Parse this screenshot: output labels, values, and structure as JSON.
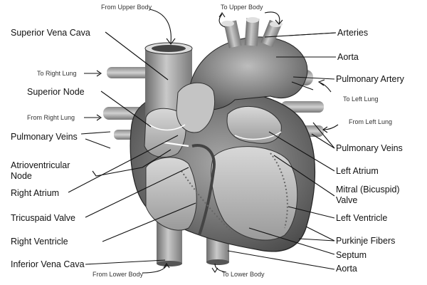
{
  "labels": {
    "from_upper_body": "From Upper Body",
    "to_upper_body": "To Upper Body",
    "superior_vena_cava": "Superior Vena Cava",
    "arteries": "Arteries",
    "aorta_top": "Aorta",
    "to_right_lung": "To Right Lung",
    "pulmonary_artery": "Pulmonary Artery",
    "superior_node": "Superior  Node",
    "to_left_lung": "To Left Lung",
    "from_right_lung": "From Right Lung",
    "from_left_lung": "From Left Lung",
    "pulmonary_veins_left": "Pulmonary Veins",
    "pulmonary_veins_right": "Pulmonary Veins",
    "av_node_line1": "Atrioventricular",
    "av_node_line2": "Node",
    "left_atrium": "Left Atrium",
    "right_atrium": "Right Atrium",
    "mitral_line1": "Mitral (Bicuspid)",
    "mitral_line2": "Valve",
    "tricuspid_valve": "Tricuspaid Valve",
    "left_ventricle": "Left Ventricle",
    "right_ventricle": "Right Ventricle",
    "purkinje_fibers": "Purkinje Fibers",
    "septum": "Septum",
    "inferior_vena_cava": "Inferior  Vena Cava",
    "aorta_bottom": "Aorta",
    "from_lower_body": "From Lower Body",
    "to_lower_body": "To Lower Body"
  }
}
